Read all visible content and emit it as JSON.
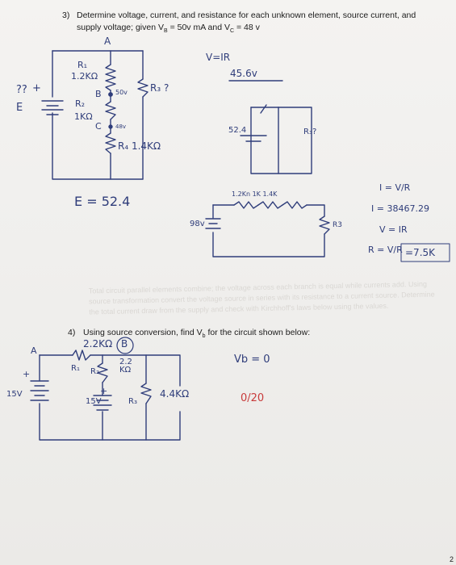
{
  "problem3": {
    "number": "3)",
    "line1": "Determine voltage, current, and resistance for each unknown element, source current, and",
    "line2": "supply voltage; given V",
    "line2_sub": "B",
    "line2_rest": " = 50v mA and V",
    "line2_sub2": "C",
    "line2_end": " = 48 v"
  },
  "circuit1": {
    "node_a": "A",
    "node_b": "B",
    "node_c": "C",
    "r1_label": "R₁",
    "r1_value": "1.2KΩ",
    "r2_label": "R₂",
    "r2_value": "1KΩ",
    "r3_label": "R₃ ?",
    "r4_label": "R₄ 1.4KΩ",
    "b_voltage": "50v",
    "c_voltage": "48v",
    "source_label": "E",
    "source_unknown": "??",
    "plus": "+",
    "answer": "E = 52.4"
  },
  "work": {
    "ohms_law": "V=IR",
    "v_value": "45.6v",
    "box_value": "52.4",
    "r3_unknown": "R₃?",
    "series_labels": "1.2Kn  1K  1.4K",
    "source_98": "98v",
    "r3_label": "R3",
    "i_eq_v_over_r": "I = V/R",
    "i_value": "I = 38467.29",
    "v_eq_ir": "V = IR",
    "r_eq": "R = V/R",
    "r_answer": "=7.5K"
  },
  "bleed_text": "Total circuit parallel elements combine; the voltage across each branch is equal while currents add. Using source transformation convert the voltage source in series with its resistance to a current source. Determine the total current draw from the supply and check with Kirchhoff's laws below using the values.",
  "problem4": {
    "number": "4)",
    "text": "Using source conversion, find V",
    "sub": "b",
    "text_end": " for the circuit shown below:"
  },
  "circuit2": {
    "node_a": "A",
    "node_b": "B",
    "r1_value": "2.2KΩ",
    "r1_label": "R₁",
    "r2_label": "R₂",
    "r2_value": "2.2 KΩ",
    "r3_label": "R₃",
    "r3_value": "4.4KΩ",
    "left_source": "15V",
    "inner_source": "15V",
    "plus": "+",
    "vb_answer": "Vb = 0",
    "score": "0/20"
  },
  "page_number": "2"
}
